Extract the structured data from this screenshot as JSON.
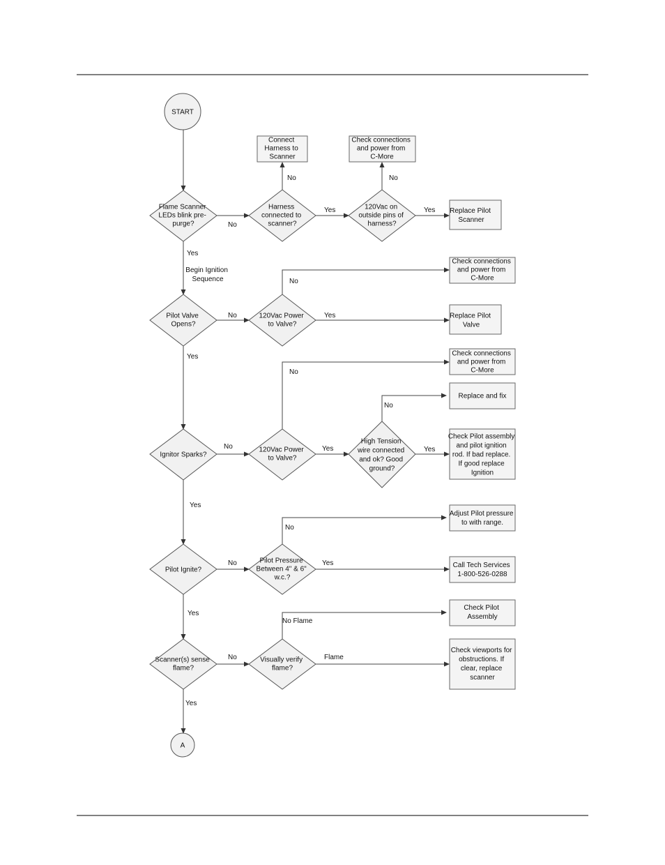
{
  "flowchart": {
    "nodes": {
      "start": [
        "START"
      ],
      "a": [
        "A"
      ],
      "d_led": [
        "Flame Scanner",
        "LEDs blink pre-",
        "purge?"
      ],
      "d_harness": [
        "Harness",
        "connected to",
        "scanner?"
      ],
      "d_120outside": [
        "120Vac on",
        "outside pins of",
        "harness?"
      ],
      "b_connect": [
        "Connect",
        "Harness to",
        "Scanner"
      ],
      "b_checkconn1": [
        "Check connections",
        "and power from",
        "C-More"
      ],
      "b_replacescanner": [
        "Replace Pilot",
        "Scanner"
      ],
      "d_pilotvalve": [
        "Pilot Valve",
        "Opens?"
      ],
      "d_120valve1": [
        "120Vac Power",
        "to Valve?"
      ],
      "b_checkconn2": [
        "Check connections",
        "and power from",
        "C-More"
      ],
      "b_replacevalve": [
        "Replace Pilot",
        "Valve"
      ],
      "d_ignitor": [
        "Ignitor Sparks?"
      ],
      "d_120valve2": [
        "120Vac Power",
        "to Valve?"
      ],
      "d_hightension": [
        "High Tension",
        "wire connected",
        "and ok? Good",
        "ground?"
      ],
      "b_checkconn3": [
        "Check connections",
        "and power from",
        "C-More"
      ],
      "b_replacefix": [
        "Replace and fix"
      ],
      "b_checkassembly": [
        "Check Pilot assembly",
        "and pilot ignition",
        "rod.  If bad replace.",
        "If good replace",
        "Ignition"
      ],
      "d_pilotignite": [
        "Pilot Ignite?"
      ],
      "d_pressure": [
        "Pilot Pressure",
        "Between 4\" & 6\"",
        "w.c.?"
      ],
      "b_adjust": [
        "Adjust Pilot pressure",
        "to with range."
      ],
      "b_calltech": [
        "Call Tech Services",
        "1-800-526-0288"
      ],
      "d_scanner": [
        "Scanner(s) sense",
        "flame?"
      ],
      "d_visual": [
        "Visually verify",
        "flame?"
      ],
      "b_checkpilot": [
        "Check Pilot",
        "Assembly"
      ],
      "b_checkviewports": [
        "Check viewports for",
        "obstructions.  If",
        "clear, replace",
        "scanner"
      ]
    },
    "edge_labels": {
      "led_yes": "Yes",
      "begin": [
        "Begin Ignition",
        "Sequence"
      ],
      "led_no": "No",
      "harness_no": "No",
      "harness_yes": "Yes",
      "outside_no": "No",
      "outside_yes": "Yes",
      "valve_no": "No",
      "valve1_no": "No",
      "valve1_yes": "Yes",
      "pv_yes": "Yes",
      "valve2_no": "No",
      "ign_no": "No",
      "valve2_yes": "Yes",
      "ht_no": "No",
      "ht_yes": "Yes",
      "ign_yes": "Yes",
      "press_no": "No",
      "pi_no": "No",
      "press_yes": "Yes",
      "pi_yes": "Yes",
      "noflame": "No Flame",
      "sc_no": "No",
      "flame": "Flame",
      "sc_yes": "Yes"
    }
  }
}
